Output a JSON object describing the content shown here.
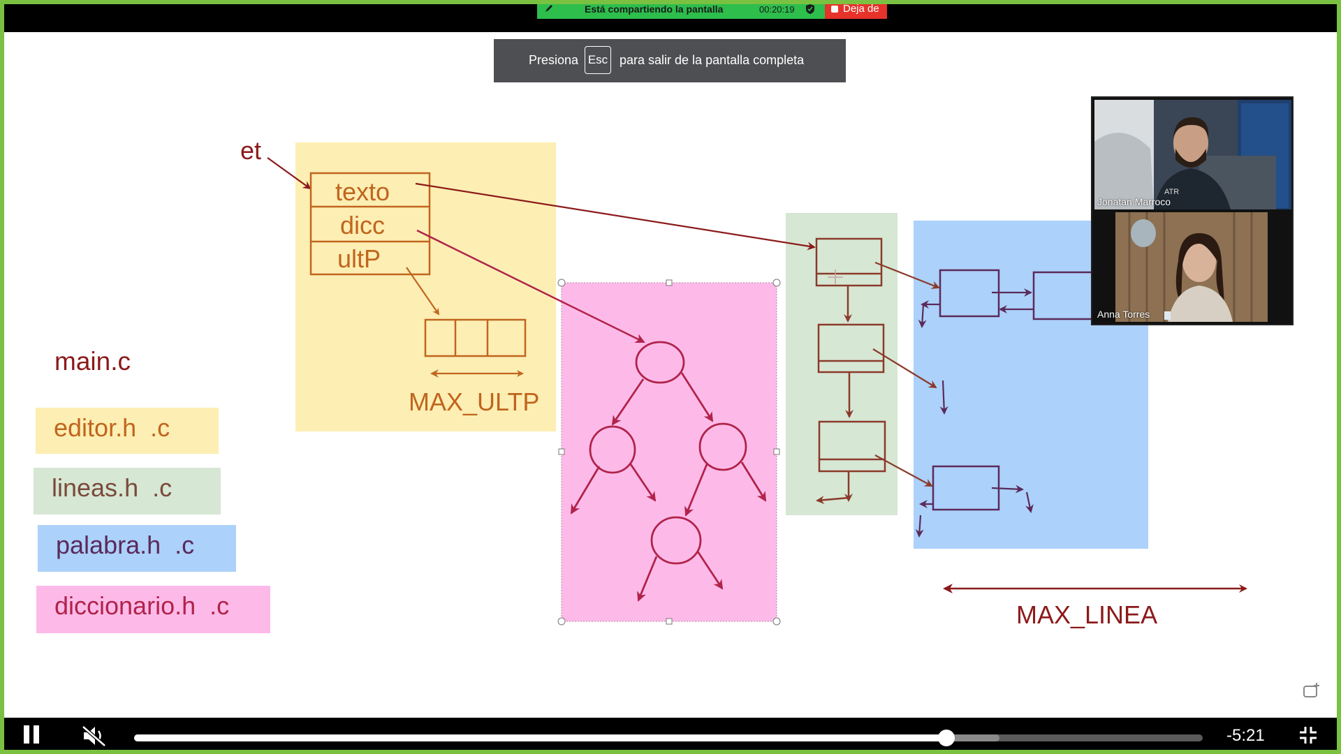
{
  "share_bar": {
    "label": "Está compartiendo la pantalla",
    "timer": "00:20:19",
    "stop_label": "Deja de",
    "accent": "#2dbe4c",
    "stop_color": "#e5332a"
  },
  "fullscreen_hint": {
    "prefix": "Presiona",
    "key": "Esc",
    "suffix": "para salir de la pantalla completa"
  },
  "diagram": {
    "pointer_label": "et",
    "struct_fields": [
      "texto",
      "dicc",
      "ultP"
    ],
    "max_ultp_label": "MAX_ULTP",
    "max_linea_label": "MAX_LINEA",
    "colors": {
      "editor": "#fdeeb3",
      "lineas": "#d6e7d4",
      "palabra": "#acd1fa",
      "diccionario": "#fdbae9",
      "struct_stroke": "#c0651e",
      "lineas_stroke": "#8b3a2a",
      "palabra_stroke": "#5a2a5a",
      "tree_stroke": "#b0234a",
      "dark_red": "#8b1a1a"
    }
  },
  "legend": {
    "main": "main.c",
    "items": [
      {
        "text": "editor.h  .c",
        "bg": "#fdeeb3",
        "color": "#c0651e"
      },
      {
        "text": "lineas.h  .c",
        "bg": "#d6e7d4",
        "color": "#7a4a3a"
      },
      {
        "text": "palabra.h  .c",
        "bg": "#acd1fa",
        "color": "#5a2a5a"
      },
      {
        "text": "diccionario.h  .c",
        "bg": "#fdbae9",
        "color": "#b0234a"
      }
    ]
  },
  "participants": [
    {
      "name": "Jonatan Marroco",
      "icon": "person-video"
    },
    {
      "name": "Anna Torres",
      "icon": "person-video"
    }
  ],
  "player": {
    "time_remaining": "-5:21",
    "progress": 0.76,
    "buffered": 0.81,
    "muted": true,
    "paused_icon": "pause-icon"
  }
}
